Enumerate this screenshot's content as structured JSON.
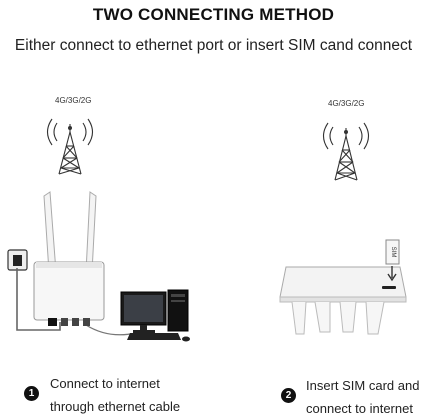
{
  "header": {
    "title": "TWO CONNECTING METHOD",
    "subtitle": "Either connect to ethernet port or insert SIM cand connect"
  },
  "towers": {
    "left_label": "4G/3G/2G",
    "right_label": "4G/3G/2G"
  },
  "sim_card": {
    "label": "SIM"
  },
  "steps": [
    {
      "number": "1",
      "line1": "Connect to internet",
      "line2": "through ethernet cable"
    },
    {
      "number": "2",
      "line1": "Insert SIM card and",
      "line2": "connect to internet"
    }
  ],
  "icons": [
    "cell-tower-icon",
    "router-icon",
    "computer-monitor-icon",
    "pc-tower-icon",
    "keyboard-icon",
    "wall-socket-icon",
    "sim-card-icon"
  ]
}
